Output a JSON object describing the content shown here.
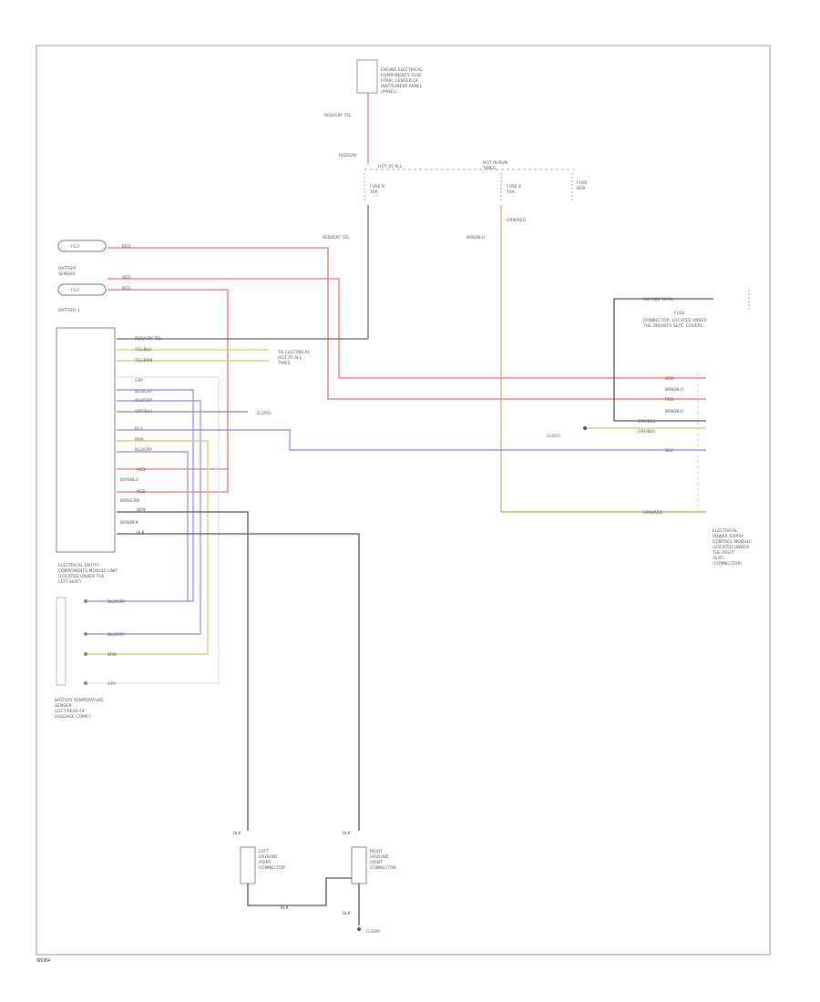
{
  "colors": {
    "frame": "#9a9a9a",
    "red": "#f07070",
    "blue": "#8888ee",
    "yellow": "#d8c870",
    "olive": "#c8a860",
    "black": "#555555",
    "gray": "#999999",
    "dashed": "#aaaaaa"
  },
  "labels": {
    "page_ref": "WD84",
    "top_component": [
      "ENGINE ELECTRICAL",
      "COMPONENTS FUSE",
      "STRIP, CENTER OF",
      "INSTRUMENT PANEL",
      "(PANEL)"
    ],
    "top_wire_1": "RED/GRY TEL",
    "top_wire_2": "RED/GRY",
    "top_fuse_1": "FUSE 9",
    "top_fuse_1b": "10A",
    "top_fuse_2": "FUSE 8",
    "top_fuse_2b": "10A",
    "top_fuse_3": "FUSE",
    "top_fuse_3b": "BOX",
    "hot_at_all": "HOT AT ALL",
    "hot_at_all_2": "TIMES",
    "hot_in_run": "HOT IN RUN",
    "ign_sw_wire": "GRN/RED",
    "ign_left": "BRN/BLU",
    "mid_wire": "RED/GRY TEL",
    "fuse_left_1": "(S1)",
    "fuse_left_2": "BATTERY",
    "fuse_left_3": "SENSOR",
    "fuse_left_4": "(S1)",
    "wire_red_1": "RED",
    "wire_red_2": "RED",
    "wire_red_3": "RED",
    "battery_box": "BATTERY 1",
    "to_battery_1": "TO ELECTRICAL",
    "to_battery_2": "HOT AT ALL",
    "to_battery_3": "TIMES",
    "ground_label": "G(205)",
    "wires_left": [
      "RED/GRY TEL",
      "YEL/BLU",
      "YEL/BRN",
      "",
      "GRY",
      "BLU/GRY",
      "BLU/GRY",
      "GRY/BLU",
      "BLU",
      "BRN",
      "BLU/GRY",
      "RED",
      "BRN/BLU",
      "RED",
      "BRN/GRN",
      "BRN",
      "BRN/BLK",
      "BLK"
    ],
    "left_module": [
      "ELECTRICAL ENTITY",
      "COMPONENTS MODULE UNIT",
      "(LOCATED UNDER THE",
      "LEFT SEAT)"
    ],
    "left_sensor": [
      "BATTERY TEMPERATURE",
      "SENSOR",
      "(LEFT REAR OF",
      "LUGGAGE COMP.)"
    ],
    "sensor_pins": [
      "BLU/GRY",
      "BLU/GRY",
      "BRN",
      "GRY"
    ],
    "right_top_box": [
      "SW SIDE MAIN",
      "FUSE",
      "CONNECTOR, LOCATED UNDER",
      "THE DRIVER'S SEAT, COVERS"
    ],
    "right_wires": [
      "RED",
      "BRN/BLU",
      "RED",
      "BRN/BLK",
      "GRY/BLU",
      "GRY/BLU",
      "BLU"
    ],
    "right_end": "GRN/RED",
    "right_component": [
      "ELECTRICAL",
      "POWER SUPPLY",
      "CONTROL MODULE",
      "(LOCATED UNDER",
      "THE RIGHT",
      "SEAT)",
      "(CONNECTOR)"
    ],
    "right_ground": "G(207)",
    "bottom_left": [
      "LEFT",
      "GROUND",
      "POINT",
      "CONNECTOR"
    ],
    "bottom_right": [
      "RIGHT",
      "GROUND",
      "POINT",
      "CONNECTOR"
    ],
    "bottom_wire": "BLK",
    "bottom_w1": "BLK",
    "bottom_w2": "BLK",
    "bottom_w3": "BLK",
    "bottom_ground": "G(200)"
  }
}
